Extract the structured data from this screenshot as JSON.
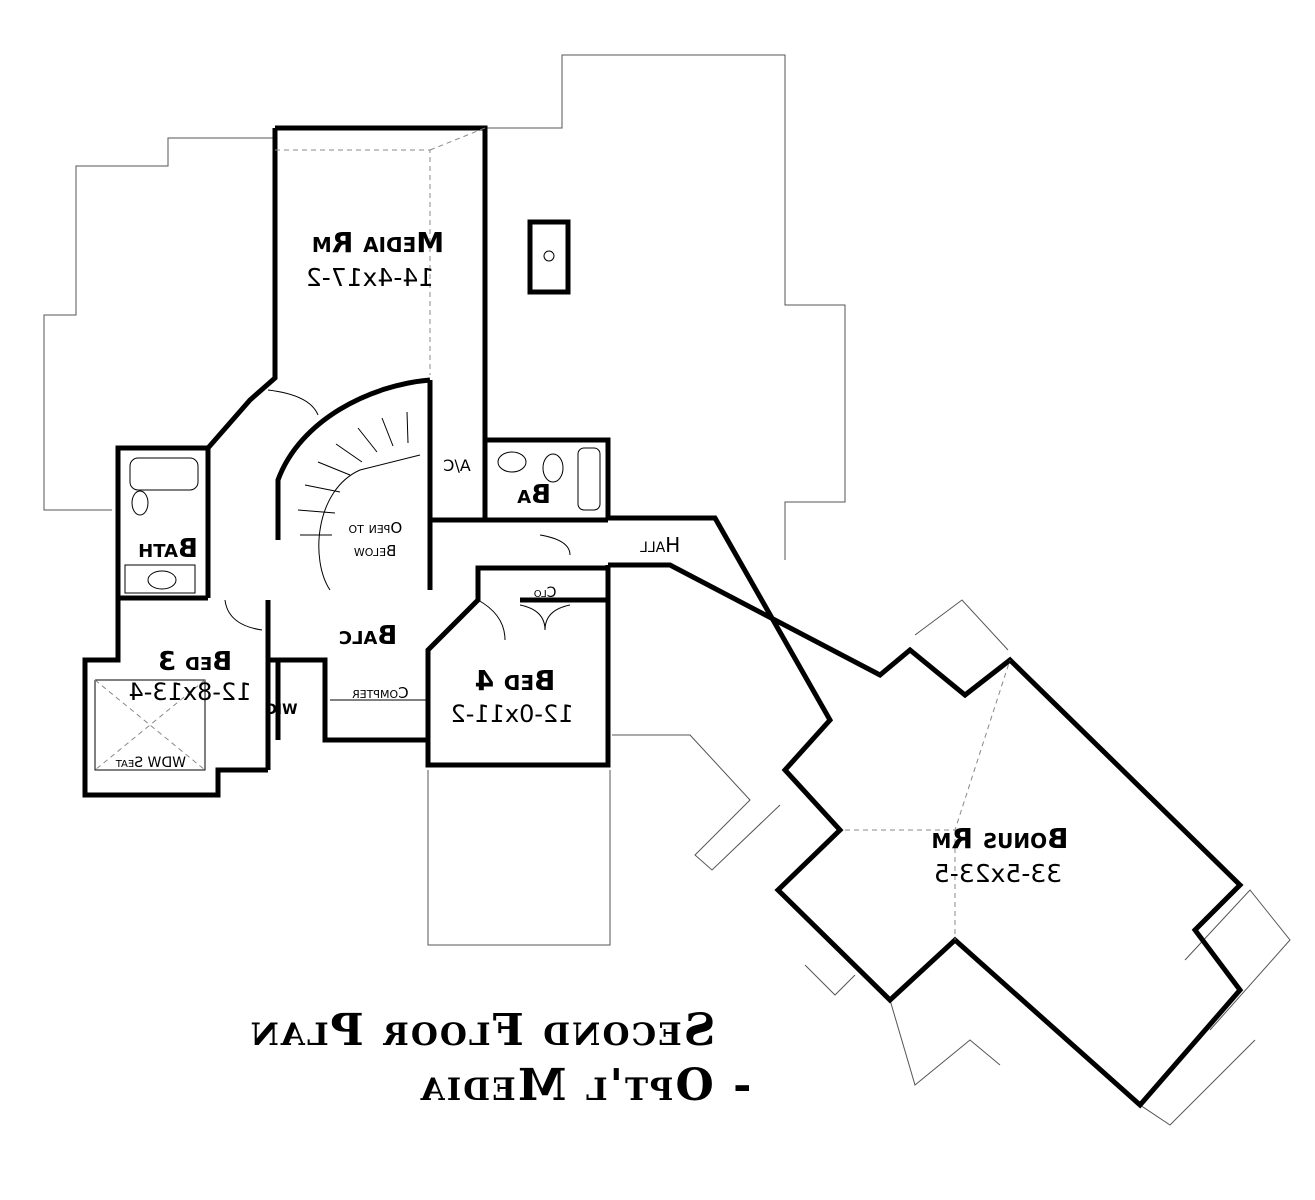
{
  "rooms": {
    "media": {
      "name": "Media Rm",
      "dims": "14-4x17-2"
    },
    "bonus": {
      "name": "Bonus Rm",
      "dims": "33-5x23-5"
    },
    "bed3": {
      "name": "Bed 3",
      "dims": "12-8x13-4"
    },
    "bed4": {
      "name": "Bed 4",
      "dims": "12-0x11-2"
    },
    "bath": {
      "name": "Bath"
    },
    "ba": {
      "name": "Ba"
    },
    "hall": {
      "name": "Hall"
    },
    "balc": {
      "name": "Balc"
    },
    "ac": {
      "name": "A/C"
    },
    "clo": {
      "name": "Clo"
    },
    "wic": {
      "name": "WIC"
    },
    "compter": {
      "name": "Compter"
    },
    "wdw_seat": {
      "name": "WDW Seat"
    },
    "open_below": {
      "line1": "Open to",
      "line2": "Below"
    }
  },
  "title": {
    "line1": "Second Floor Plan",
    "line2": "- Opt'l Media"
  }
}
